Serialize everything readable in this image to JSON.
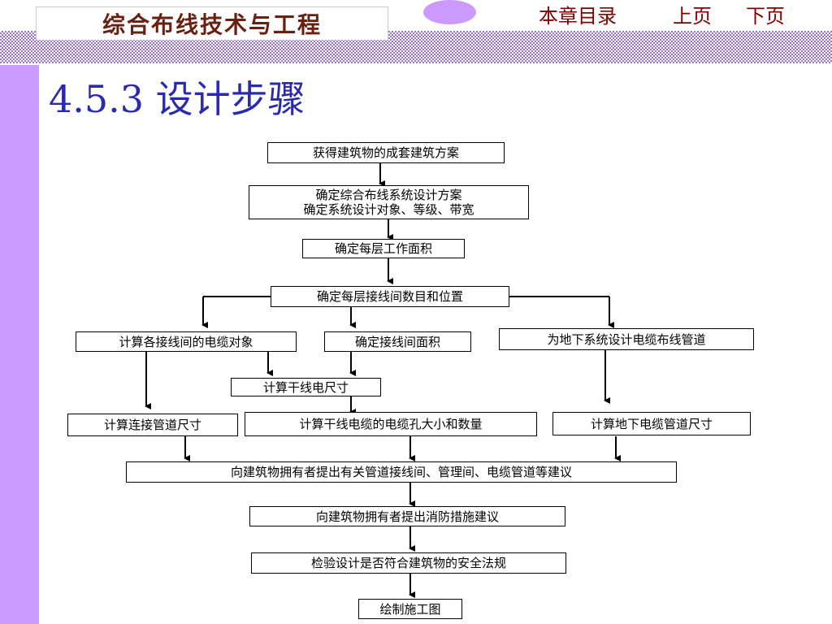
{
  "header": {
    "course_title": "综合布线技术与工程",
    "nav": {
      "toc": "本章目录",
      "prev": "上页",
      "next": "下页"
    }
  },
  "heading": "4.5.3 设计步骤",
  "flowchart": {
    "steps": {
      "s1": "获得建筑物的成套建筑方案",
      "s2_line1": "确定综合布线系统设计方案",
      "s2_line2": "确定系统设计对象、等级、带宽",
      "s3": "确定每层工作面积",
      "s4": "确定每层接线间数目和位置",
      "s5a": "计算各接线间的电缆对象",
      "s5b": "确定接线间面积",
      "s5c": "为地下系统设计电缆布线管道",
      "s6": "计算干线电尺寸",
      "s7a": "计算连接管道尺寸",
      "s7b": "计算干线电缆的电缆孔大小和数量",
      "s7c": "计算地下电缆管道尺寸",
      "s8": "向建筑物拥有者提出有关管道接线间、管理间、电缆管道等建议",
      "s9": "向建筑物拥有者提出消防措施建议",
      "s10": "检验设计是否符合建筑物的安全法规",
      "s11": "绘制施工图"
    }
  },
  "colors": {
    "accent_purple": "#cc99ff",
    "title_red": "#6b1f0f",
    "nav_red": "#800000",
    "heading_blue": "#2a2ab0"
  }
}
